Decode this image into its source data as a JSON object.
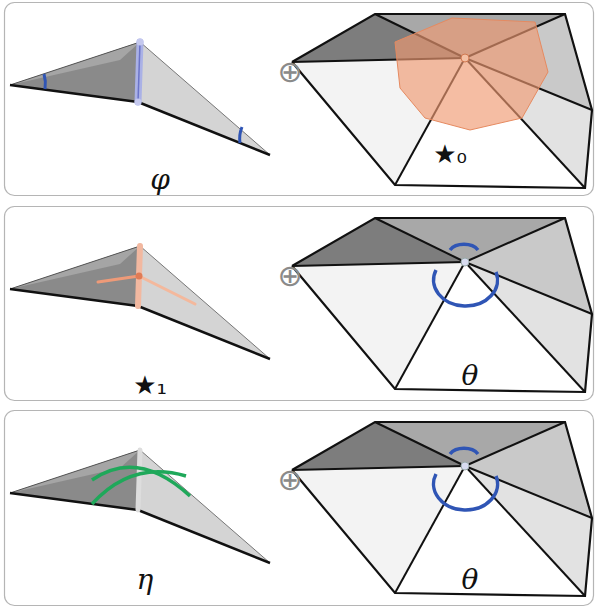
{
  "diagram": {
    "labels": [
      "φ",
      "⊕",
      "★₀",
      "★₁",
      "⊕",
      "θ",
      "η",
      "⊕",
      "θ"
    ]
  }
}
